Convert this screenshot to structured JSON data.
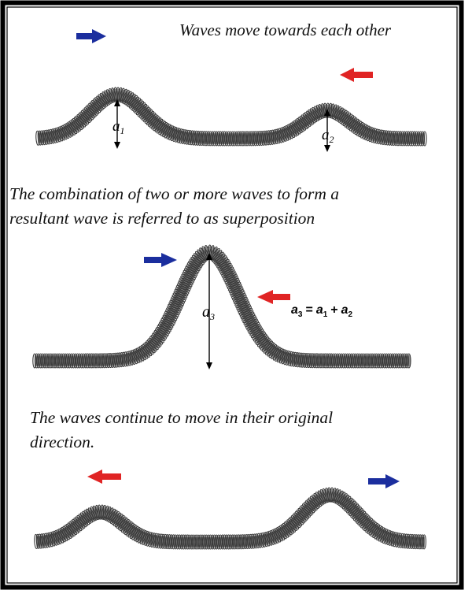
{
  "captions": {
    "approach": "Waves move towards each other",
    "definition_line1": "The combination of two or more waves to form a",
    "definition_line2": "resultant wave is referred to as superposition",
    "continue_line1": "The waves continue to move in their original",
    "continue_line2": "direction."
  },
  "labels": {
    "a1_letter": "a",
    "a1_sub": "1",
    "a2_letter": "a",
    "a2_sub": "2",
    "a3_letter": "a",
    "a3_sub": "3",
    "eq_a3": "a",
    "eq_a3_sub": "3",
    "eq_equals": "=",
    "eq_a1": "a",
    "eq_a1_sub": "1",
    "eq_plus": "+",
    "eq_a2": "a",
    "eq_a2_sub": "2"
  },
  "colors": {
    "right_arrow": "#1b2e9e",
    "left_arrow": "#e02424",
    "frame": "#000000",
    "spring": "#3a3a3a"
  }
}
